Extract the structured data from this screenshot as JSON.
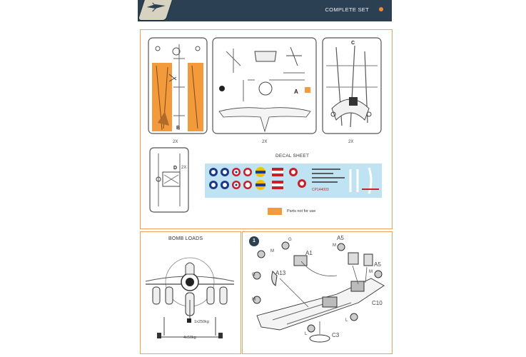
{
  "header": {
    "title": "COMPLETE SET",
    "accent": "#f08a2a",
    "bar_color": "#2b4052"
  },
  "sprues": {
    "label_b": "B",
    "label_a": "A",
    "label_c": "C",
    "label_d": "D",
    "qty_b": "2X",
    "qty_a": "2X",
    "qty_c": "2X",
    "qty_d": "2X"
  },
  "decals": {
    "title": "DECAL SHEET",
    "code": "CP144003"
  },
  "legend": {
    "label": "Parts not for use",
    "color": "#f39a3d"
  },
  "bomb_loads": {
    "title": "BOMB LOADS",
    "center_load": "1x250kg",
    "wing_load": "4x50kg"
  },
  "instruction": {
    "step": "1",
    "parts": {
      "a1": "A1",
      "a5_top": "A5",
      "a5_right": "A5",
      "a13": "A13",
      "c10": "C10",
      "c3": "C3"
    },
    "glue": {
      "g": "G",
      "m": "M",
      "l": "L"
    }
  }
}
